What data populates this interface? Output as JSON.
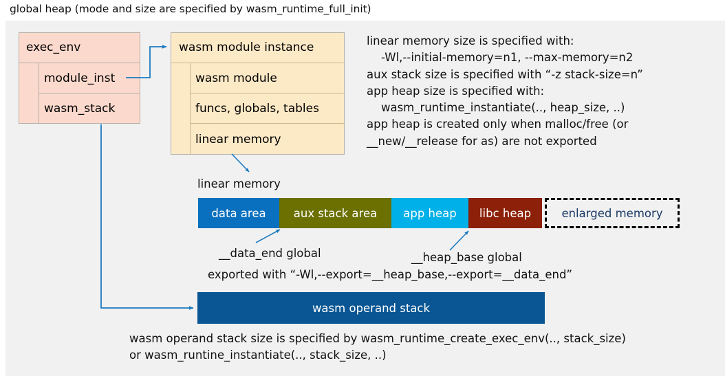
{
  "title": "global heap (mode and size are specified by wasm_runtime_full_init)",
  "colors": {
    "panel_background": "#f1f1f1",
    "exec_env_fill": "#fbd9cc",
    "module_instance_fill": "#fce9c6",
    "box_border": "#b4b0a8",
    "arrow": "#1c7ac0",
    "data_area": "#0870be",
    "aux_stack_area": "#6b7000",
    "app_heap": "#00b0e8",
    "libc_heap": "#8c2008",
    "enlarged_memory_text": "#1b3a66",
    "operand_stack": "#0a5694",
    "text": "#111111"
  },
  "exec_env": {
    "title": "exec_env",
    "fields": [
      {
        "label": "module_inst"
      },
      {
        "label": "wasm_stack"
      }
    ]
  },
  "module_instance": {
    "title": "wasm module instance",
    "fields": [
      {
        "label": "wasm module"
      },
      {
        "label": "funcs, globals, tables"
      },
      {
        "label": "linear memory"
      }
    ]
  },
  "notes": {
    "right": "linear memory size is specified with:\n    -Wl,--initial-memory=n1, --max-memory=n2\naux stack size is specified with “-z stack-size=n”\napp heap size is specified with:\n    wasm_runtime_instantiate(.., heap_size, ..)\napp heap is created only when malloc/free (or\n__new/__release for as) are not exported",
    "bottom": "wasm operand stack size is specified by wasm_runtime_create_exec_env(.., stack_size)\nor wasm_runtine_instantiate(.., stack_size, ..)"
  },
  "linear_memory": {
    "caption": "linear memory",
    "segments": [
      {
        "label": "data area",
        "color": "#0870be",
        "width": 118,
        "text_color": "#ffffff",
        "dashed": false
      },
      {
        "label": "aux stack area",
        "color": "#6b7000",
        "width": 163,
        "text_color": "#ffffff",
        "dashed": false
      },
      {
        "label": "app heap",
        "color": "#00b0e8",
        "width": 112,
        "text_color": "#ffffff",
        "dashed": false
      },
      {
        "label": "libc heap",
        "color": "#8c2008",
        "width": 107,
        "text_color": "#ffffff",
        "dashed": false
      },
      {
        "label": "enlarged memory",
        "color": "#f1f1f1",
        "width": 196,
        "text_color": "#1b3a66",
        "dashed": true
      }
    ]
  },
  "annotations": {
    "data_end": "__data_end global",
    "heap_base": "__heap_base global",
    "exported": "exported with “-Wl,--export=__heap_base,--export=__data_end”"
  },
  "operand_stack": {
    "label": "wasm operand stack"
  }
}
